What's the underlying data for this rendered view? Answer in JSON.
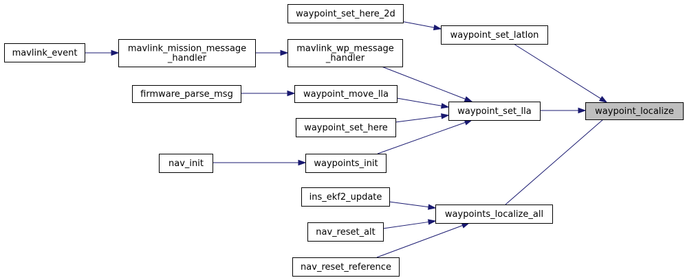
{
  "graph": {
    "root": "waypoint_localize",
    "nodes": [
      {
        "id": "waypoint_localize",
        "lines": [
          "waypoint_localize"
        ],
        "highlighted": true
      },
      {
        "id": "waypoint_set_latlon",
        "lines": [
          "waypoint_set_latlon"
        ]
      },
      {
        "id": "waypoint_set_lla",
        "lines": [
          "waypoint_set_lla"
        ]
      },
      {
        "id": "waypoints_localize_all",
        "lines": [
          "waypoints_localize_all"
        ]
      },
      {
        "id": "waypoint_set_here_2d",
        "lines": [
          "waypoint_set_here_2d"
        ]
      },
      {
        "id": "mavlink_wp_message_handler",
        "lines": [
          "mavlink_wp_message",
          "_handler"
        ]
      },
      {
        "id": "waypoint_move_lla",
        "lines": [
          "waypoint_move_lla"
        ]
      },
      {
        "id": "waypoint_set_here",
        "lines": [
          "waypoint_set_here"
        ]
      },
      {
        "id": "waypoints_init",
        "lines": [
          "waypoints_init"
        ]
      },
      {
        "id": "mavlink_mission_message_handler",
        "lines": [
          "mavlink_mission_message",
          "_handler"
        ]
      },
      {
        "id": "firmware_parse_msg",
        "lines": [
          "firmware_parse_msg"
        ]
      },
      {
        "id": "nav_init",
        "lines": [
          "nav_init"
        ]
      },
      {
        "id": "mavlink_event",
        "lines": [
          "mavlink_event"
        ]
      },
      {
        "id": "ins_ekf2_update",
        "lines": [
          "ins_ekf2_update"
        ]
      },
      {
        "id": "nav_reset_alt",
        "lines": [
          "nav_reset_alt"
        ]
      },
      {
        "id": "nav_reset_reference",
        "lines": [
          "nav_reset_reference"
        ]
      }
    ],
    "edges": [
      {
        "from": "waypoint_set_latlon",
        "to": "waypoint_localize"
      },
      {
        "from": "waypoint_set_lla",
        "to": "waypoint_localize"
      },
      {
        "from": "waypoints_localize_all",
        "to": "waypoint_localize"
      },
      {
        "from": "waypoint_set_here_2d",
        "to": "waypoint_set_latlon"
      },
      {
        "from": "mavlink_wp_message_handler",
        "to": "waypoint_set_lla"
      },
      {
        "from": "waypoint_move_lla",
        "to": "waypoint_set_lla"
      },
      {
        "from": "waypoint_set_here",
        "to": "waypoint_set_lla"
      },
      {
        "from": "waypoints_init",
        "to": "waypoint_set_lla"
      },
      {
        "from": "mavlink_mission_message_handler",
        "to": "mavlink_wp_message_handler"
      },
      {
        "from": "mavlink_event",
        "to": "mavlink_mission_message_handler"
      },
      {
        "from": "firmware_parse_msg",
        "to": "waypoint_move_lla"
      },
      {
        "from": "nav_init",
        "to": "waypoints_init"
      },
      {
        "from": "ins_ekf2_update",
        "to": "waypoints_localize_all"
      },
      {
        "from": "nav_reset_alt",
        "to": "waypoints_localize_all"
      },
      {
        "from": "nav_reset_reference",
        "to": "waypoints_localize_all"
      }
    ],
    "colors": {
      "edge": "#191970",
      "node_border": "#000000",
      "node_fill": "#ffffff",
      "root_fill": "#bfbfbf"
    }
  }
}
